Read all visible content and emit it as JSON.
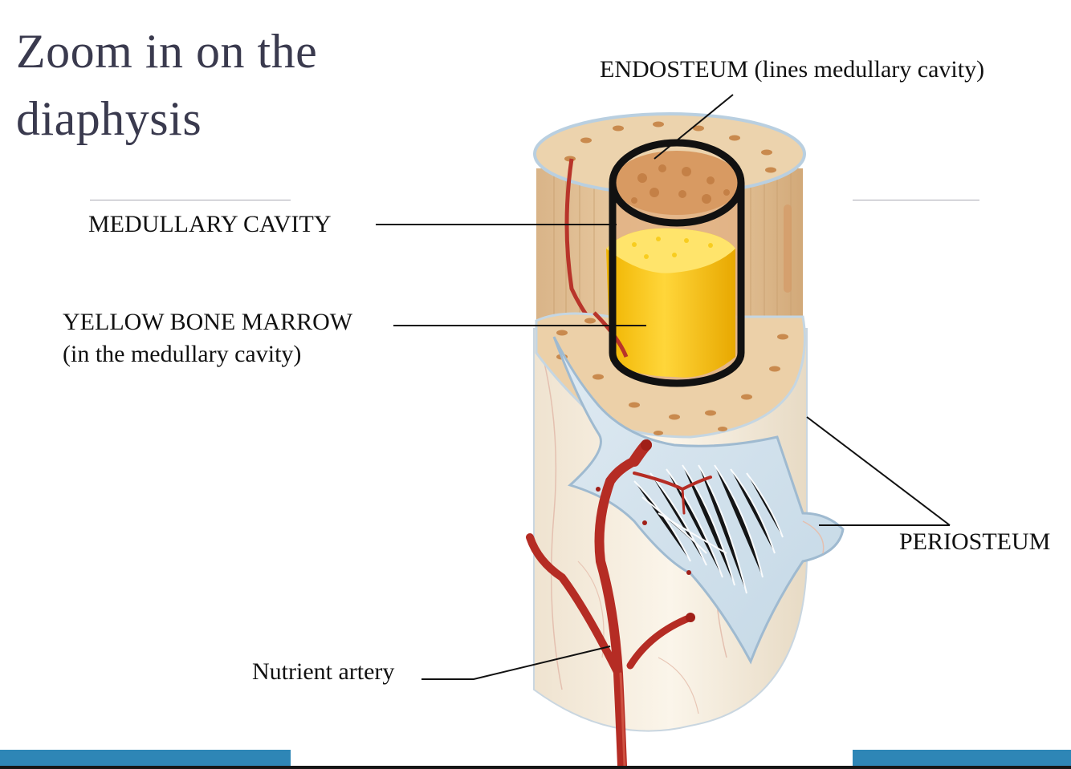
{
  "slide": {
    "title": "Zoom in on the diaphysis"
  },
  "labels": {
    "endosteum": "ENDOSTEUM (lines medullary cavity)",
    "medullary_cavity": "MEDULLARY CAVITY",
    "yellow_marrow_line1": "YELLOW BONE MARROW",
    "yellow_marrow_line2": "(in the medullary cavity)",
    "periosteum": "PERIOSTEUM",
    "nutrient_artery": "Nutrient artery"
  },
  "colors": {
    "accent_bar": "#2e86b6",
    "title_text": "#3a3a4e",
    "bone_spongy": "#e8c9a0",
    "marrow_yellow": "#f5c518",
    "artery_red": "#c0392b",
    "periosteum_blue": "#c8dce8"
  }
}
